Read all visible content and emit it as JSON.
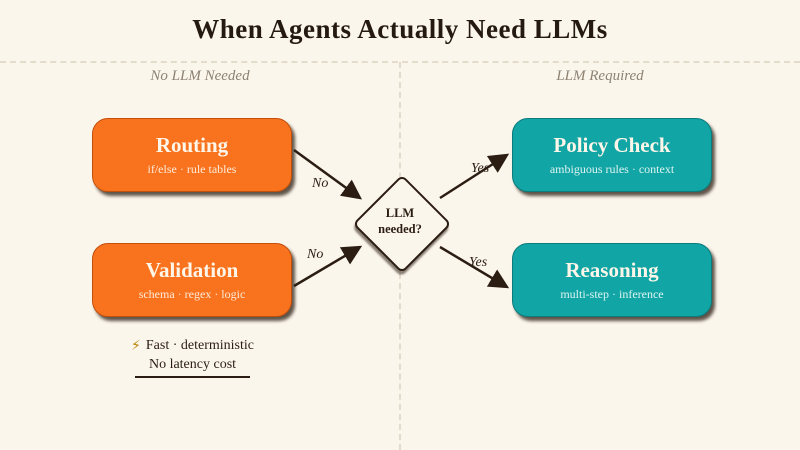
{
  "title": "When Agents Actually Need LLMs",
  "columns": {
    "left": "No LLM Needed",
    "right": "LLM Required"
  },
  "boxes": {
    "routing": {
      "title": "Routing",
      "subtitle": "if/else · rule tables"
    },
    "validation": {
      "title": "Validation",
      "subtitle": "schema · regex · logic"
    },
    "policy": {
      "title": "Policy Check",
      "subtitle": "ambiguous rules · context"
    },
    "reasoning": {
      "title": "Reasoning",
      "subtitle": "multi-step · inference"
    }
  },
  "diamond": {
    "line1": "LLM",
    "line2": "needed?"
  },
  "edges": {
    "routing_to_diamond": "No",
    "validation_to_diamond": "No",
    "diamond_to_policy": "Yes",
    "diamond_to_reasoning": "Yes"
  },
  "footer": {
    "icon": "lightning-bolt",
    "bolt_glyph": "⚡",
    "line1": "Fast · deterministic",
    "line2": "No latency cost"
  },
  "colors": {
    "background": "#FBF6EC",
    "orange": "#F9731F",
    "teal": "#12A5A5",
    "ink": "#2B1D12",
    "divider": "#E4DCCB",
    "muted": "#8D8272"
  }
}
